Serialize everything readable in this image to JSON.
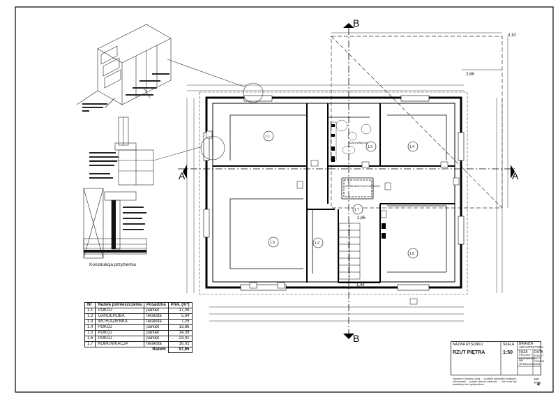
{
  "drawing": {
    "section_marks": {
      "a_left": "A",
      "a_right": "A",
      "b_top": "B",
      "b_bottom": "B"
    },
    "dimensions": {
      "top_right_1": "4,10",
      "top_right_2": "2,86",
      "stair_1": "2,86",
      "stair_2": "1,44"
    },
    "room_tags": {
      "r11": "1.1",
      "r12": "1.2",
      "r13": "1.3",
      "r14": "1.4",
      "r15": "1.5",
      "r16": "1.6",
      "r17": "1.7"
    },
    "closet_label": "SZAFA WNĘKOWA",
    "chimney_label": "KOMIN WENTYLACYJNY DACH",
    "detail_caption": "Konstrukcja przyziemia"
  },
  "rooms_table": {
    "headers": [
      "Nr",
      "Nazwa pomieszczenia",
      "Posadzka",
      "Pow. (m²)"
    ],
    "rows": [
      [
        "1.1",
        "POKÓJ",
        "parkiet",
        "17,08"
      ],
      [
        "1.2",
        "GARDEROBA",
        "terakota",
        "5,64"
      ],
      [
        "1.3",
        "WC+ŁAZIENKA",
        "terakota",
        "7,25"
      ],
      [
        "1.4",
        "POKÓJ",
        "parkiet",
        "13,86"
      ],
      [
        "1.5",
        "POKÓJ",
        "parkiet",
        "14,39"
      ],
      [
        "1.6",
        "POKÓJ",
        "parkiet",
        "23,41"
      ],
      [
        "1.7",
        "KOMUNIKACJA",
        "terakota",
        "16,02"
      ]
    ],
    "total_label": "Razem",
    "total_value": "97,65"
  },
  "title_block": {
    "name_label": "NAZWA RYSUNKU",
    "name_value": "RZUT PIĘTRA",
    "scale_label": "SKALA",
    "scale_value": "1:50",
    "branch_label": "BRANŻA",
    "branch_value": "ARCHITEKTURA",
    "phase_label": "FAZA",
    "phase_value": "PROJEKT BUDOWLANY",
    "date_label": "DATA",
    "date_value": "2016.07",
    "drawing_no_label": "NR RYS.",
    "drawing_no_value": "4",
    "sheet_label": "NR OPRACOWANIA",
    "sign_label": "PODPIS",
    "note_text": "Zgodnie z Ustawą z dnia ... o prawie autorskim i prawach pokrewnych ... projekt stanowi własność ... i nie może być powielany bez zgody autora."
  }
}
